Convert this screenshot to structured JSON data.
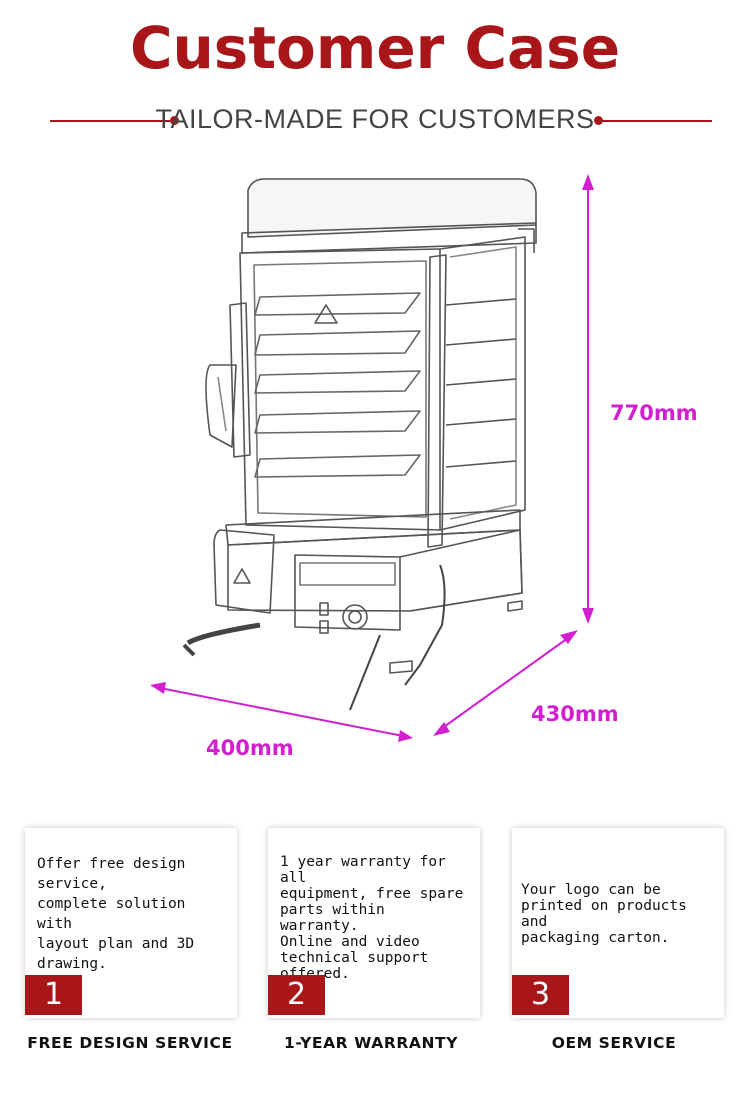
{
  "header": {
    "title": "Customer Case",
    "subtitle": "TAILOR-MADE FOR CUSTOMERS"
  },
  "dimensions": {
    "height": "770mm",
    "depth": "430mm",
    "width": "400mm",
    "color": "#d21fcf"
  },
  "colors": {
    "accent": "#a8161a"
  },
  "cards": [
    {
      "text": "Offer free design\nservice,\ncomplete solution with\nlayout plan and 3D\ndrawing.",
      "number": "1",
      "title": "FREE DESIGN SERVICE"
    },
    {
      "text": "1 year warranty for all\nequipment, free spare\nparts within warranty.\nOnline and video\ntechnical support\noffered.",
      "number": "2",
      "title": "1-YEAR WARRANTY"
    },
    {
      "text": "Your logo can be\nprinted on products and\npackaging carton.",
      "number": "3",
      "title": "OEM SERVICE"
    }
  ]
}
